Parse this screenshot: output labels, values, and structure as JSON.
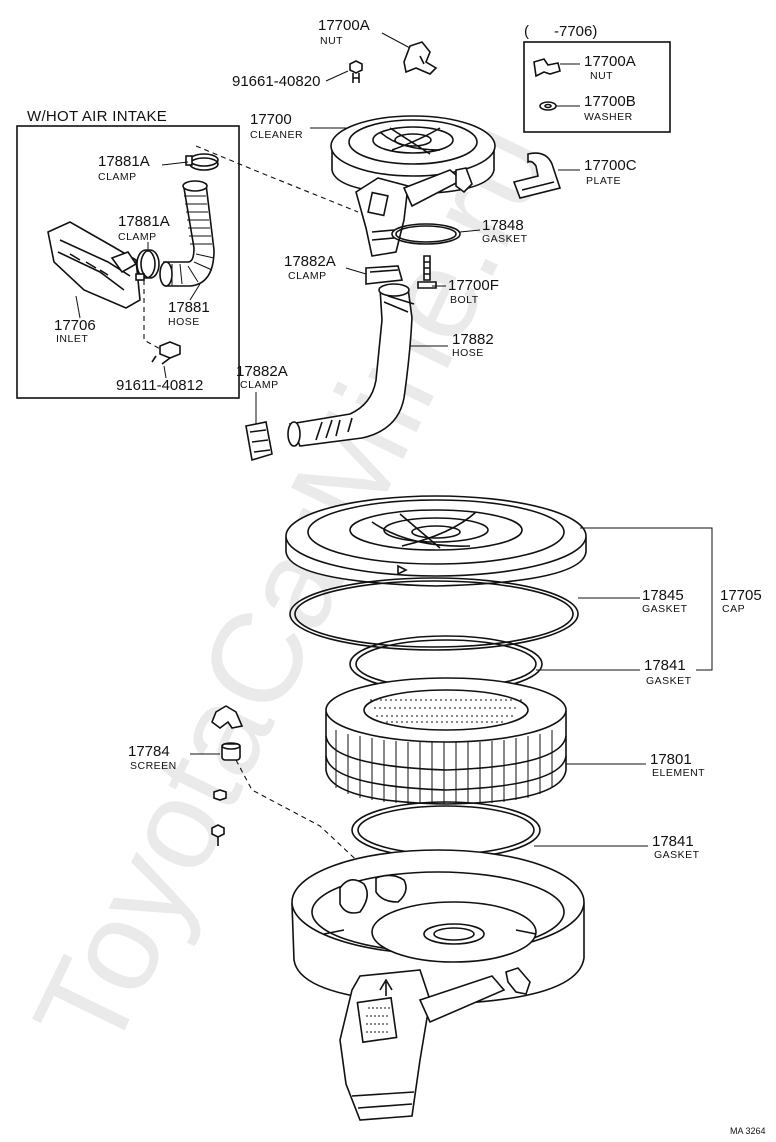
{
  "watermark": "ToyotaCarMine.ru",
  "diagram_code": "MA 3264",
  "hot_air_box": {
    "title": "W/HOT AIR INTAKE"
  },
  "prior_box": {
    "title": "(      -7706)"
  },
  "parts": [
    {
      "key": "p17700a_nut",
      "number": "17700A",
      "name": "NUT"
    },
    {
      "key": "p91661",
      "number": "91661-40820",
      "name": ""
    },
    {
      "key": "p17700_cleaner",
      "number": "17700",
      "name": "CLEANER"
    },
    {
      "key": "p17700a_box",
      "number": "17700A",
      "name": "NUT"
    },
    {
      "key": "p17700b",
      "number": "17700B",
      "name": "WASHER"
    },
    {
      "key": "p17700c",
      "number": "17700C",
      "name": "PLATE"
    },
    {
      "key": "p17881a_top",
      "number": "17881A",
      "name": "CLAMP"
    },
    {
      "key": "p17881a_mid",
      "number": "17881A",
      "name": "CLAMP"
    },
    {
      "key": "p17848",
      "number": "17848",
      "name": "GASKET"
    },
    {
      "key": "p17882a_top",
      "number": "17882A",
      "name": "CLAMP"
    },
    {
      "key": "p17700f",
      "number": "17700F",
      "name": "BOLT"
    },
    {
      "key": "p17881",
      "number": "17881",
      "name": "HOSE"
    },
    {
      "key": "p17706",
      "number": "17706",
      "name": "INLET"
    },
    {
      "key": "p17882",
      "number": "17882",
      "name": "HOSE"
    },
    {
      "key": "p91611",
      "number": "91611-40812",
      "name": ""
    },
    {
      "key": "p17882a_low",
      "number": "17882A",
      "name": "CLAMP"
    },
    {
      "key": "p17845",
      "number": "17845",
      "name": "GASKET"
    },
    {
      "key": "p17705",
      "number": "17705",
      "name": "CAP"
    },
    {
      "key": "p17841_top",
      "number": "17841",
      "name": "GASKET"
    },
    {
      "key": "p17784",
      "number": "17784",
      "name": "SCREEN"
    },
    {
      "key": "p17801",
      "number": "17801",
      "name": "ELEMENT"
    },
    {
      "key": "p17841_low",
      "number": "17841",
      "name": "GASKET"
    }
  ]
}
